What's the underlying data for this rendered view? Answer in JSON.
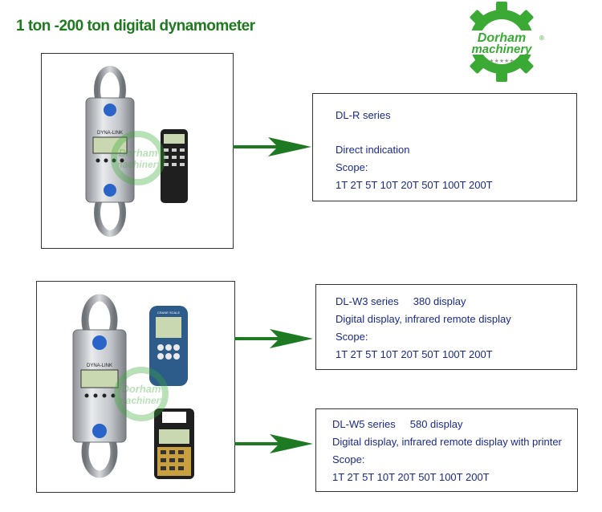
{
  "title": "1 ton -200 ton digital dynamometer",
  "logo": {
    "line1": "Dorham",
    "line2": "machinery",
    "reg": "®",
    "stars": "★★★★★"
  },
  "watermark": {
    "line1": "Dorham",
    "line2": "machinery"
  },
  "device": {
    "brand": "DYNA-LINK",
    "remote_label": "CRANE SCALE"
  },
  "colors": {
    "title": "#1f7a1f",
    "text": "#1a2a8c",
    "arrow": "#1e7a22",
    "logo_green": "#3aaa35"
  },
  "products": [
    {
      "series": "DL-R series",
      "display": "",
      "feature": "Direct indication",
      "scope_label": "Scope:",
      "scope": "1T 2T 5T 10T 20T 50T 100T 200T"
    },
    {
      "series": "DL-W3 series",
      "display": "380 display",
      "feature": "Digital display, infrared remote display",
      "scope_label": "Scope:",
      "scope": "1T 2T 5T 10T 20T 50T 100T 200T"
    },
    {
      "series": "DL-W5 series",
      "display": "580 display",
      "feature": "Digital display, infrared remote display with printer",
      "scope_label": "Scope:",
      "scope": "1T 2T 5T 10T 20T 50T 100T 200T"
    }
  ]
}
